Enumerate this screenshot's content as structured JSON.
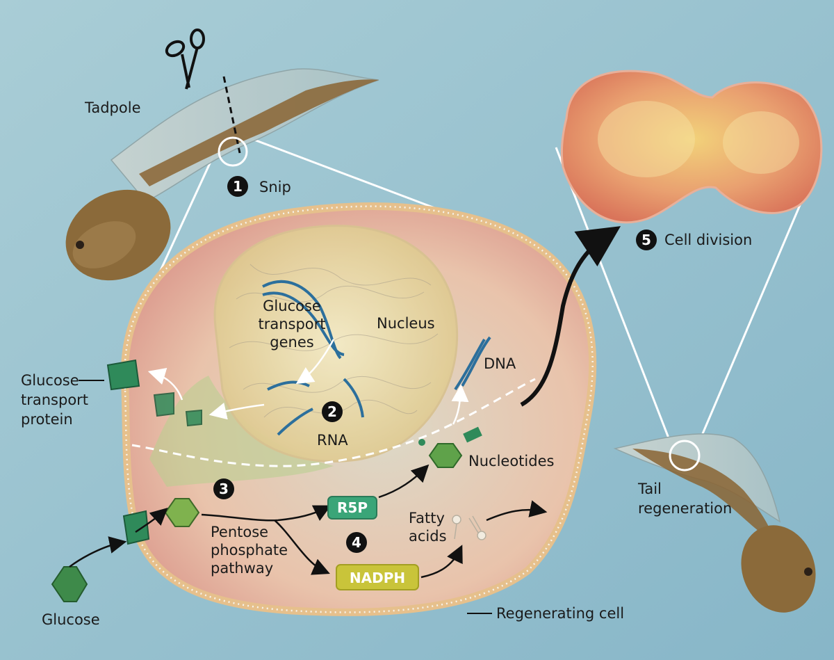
{
  "labels": {
    "tadpole": "Tadpole",
    "snip": "Snip",
    "cell_division": "Cell division",
    "glucose_transport_genes": [
      "Glucose",
      "transport",
      "genes"
    ],
    "nucleus": "Nucleus",
    "dna": "DNA",
    "glucose_transport_protein": [
      "Glucose",
      "transport",
      "protein"
    ],
    "rna": "RNA",
    "nucleotides": "Nucleotides",
    "tail_regeneration": [
      "Tail",
      "regeneration"
    ],
    "r5p": "R5P",
    "fatty_acids": [
      "Fatty",
      "acids"
    ],
    "pentose_phosphate_pathway": [
      "Pentose",
      "phosphate",
      "pathway"
    ],
    "nadph": "NADPH",
    "glucose": "Glucose",
    "regenerating_cell": "Regenerating cell"
  },
  "steps": [
    "1",
    "2",
    "3",
    "4",
    "5"
  ],
  "colors": {
    "background": "#9cc4d2",
    "membrane": "#e6c08c",
    "cell_fill": "#eab9a2",
    "nucleus": "#eadcae",
    "green_molecule": "#3e8a4a",
    "nadph_box": "#c9c43a",
    "r5p_box": "#3aa578",
    "step_badge": "#111111",
    "dna_blue": "#2c6f9c"
  }
}
